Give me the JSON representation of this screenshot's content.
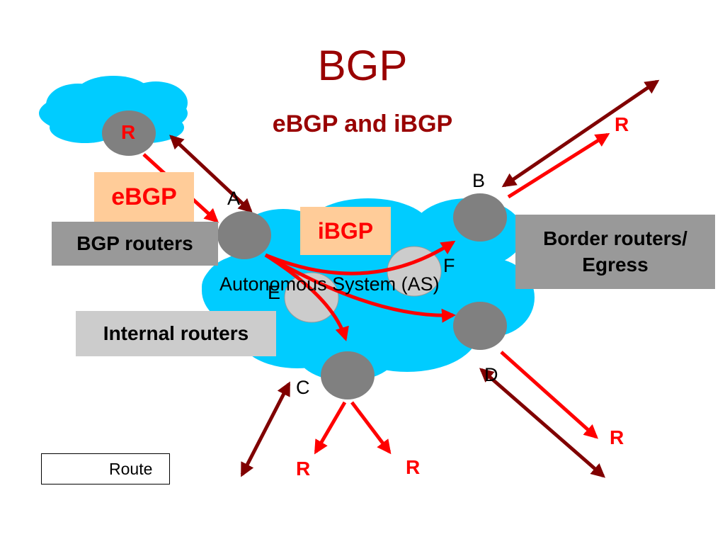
{
  "title": "BGP",
  "subtitle": "eBGP and iBGP",
  "boxes": {
    "ebgp": "eBGP",
    "ibgp": "iBGP",
    "bgp_routers": "BGP routers",
    "border_line1": "Border routers/",
    "border_line2": "Egress",
    "internal": "Internal routers"
  },
  "routers": {
    "remote": "R",
    "a": "A",
    "b": "B",
    "c": "C",
    "d": "D",
    "e": "E",
    "f": "F"
  },
  "as_label": "Autonomous System (AS)",
  "route_labels": {
    "b_out": "R",
    "d_out": "R",
    "c_out_left": "R",
    "c_out_right": "R"
  },
  "legend": {
    "label": "Route"
  },
  "colors": {
    "title": "#990000",
    "cloud": "#00ccff",
    "router": "#808080",
    "internal_router": "#cccccc",
    "route_arrow": "#ff0000",
    "session_arrow": "#800000",
    "ebgp_box": "#ffcc99",
    "gray_box": "#999999",
    "light_gray_box": "#cccccc"
  }
}
